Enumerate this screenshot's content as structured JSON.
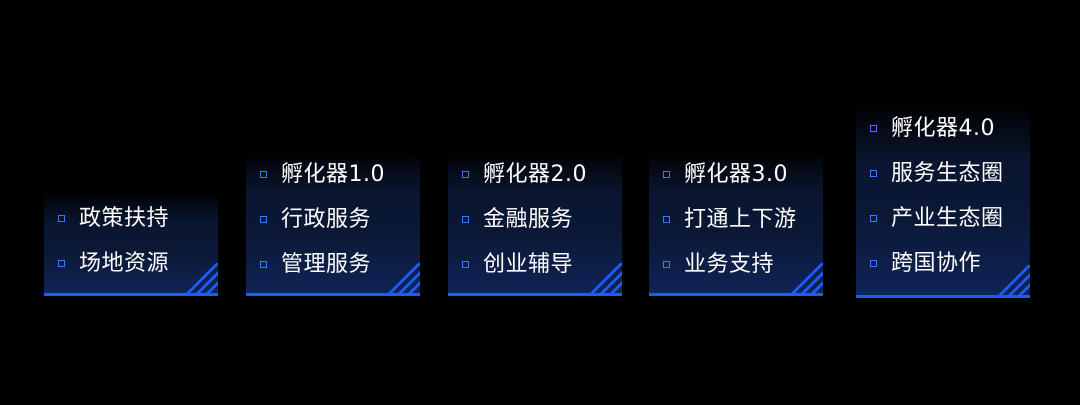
{
  "colors": {
    "background": "#000000",
    "accent": "#1e5bff",
    "bullet": "#3a78ff",
    "text": "#ffffff"
  },
  "cards": [
    {
      "items": [
        "政策扶持",
        "场地资源"
      ]
    },
    {
      "items": [
        "孵化器1.0",
        "行政服务",
        "管理服务"
      ]
    },
    {
      "items": [
        "孵化器2.0",
        "金融服务",
        "创业辅导"
      ]
    },
    {
      "items": [
        "孵化器3.0",
        "打通上下游",
        "业务支持"
      ]
    },
    {
      "items": [
        "孵化器4.0",
        "服务生态圈",
        "产业生态圈",
        "跨国协作"
      ]
    }
  ]
}
